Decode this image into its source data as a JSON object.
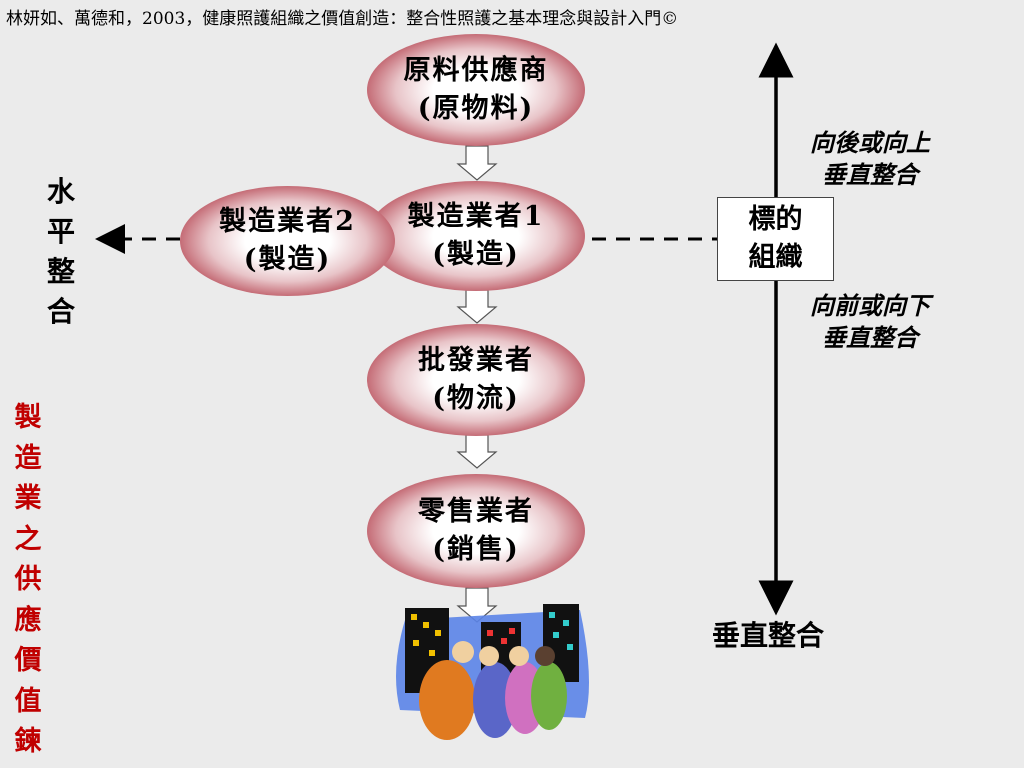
{
  "header": {
    "citation": "林妍如、萬德和，2003，健康照護組織之價值創造：整合性照護之基本理念與設計入門©"
  },
  "chain": {
    "supplier": {
      "line1": "原料供應商",
      "line2": "(原物料)"
    },
    "manufacturer1": {
      "line1": "製造業者1",
      "line2": "(製造)"
    },
    "manufacturer2": {
      "line1": "製造業者2",
      "line2": "(製造)"
    },
    "wholesaler": {
      "line1": "批發業者",
      "line2": "(物流)"
    },
    "retailer": {
      "line1": "零售業者",
      "line2": "(銷售)"
    }
  },
  "target": {
    "line1": "標的",
    "line2": "組織"
  },
  "labels": {
    "horizontal_integration": "水平整合",
    "backward_integration_1": "向後或向上",
    "backward_integration_2": "垂直整合",
    "forward_integration_1": "向前或向下",
    "forward_integration_2": "垂直整合",
    "vertical_integration": "垂直整合",
    "side_title": "製造業之供應價值鍊"
  },
  "colors": {
    "side_title": "#c00000",
    "ellipse_dark": "#8a1622",
    "background": "#ebebeb"
  },
  "icons": {
    "customers": "city-customers-clipart-icon"
  }
}
